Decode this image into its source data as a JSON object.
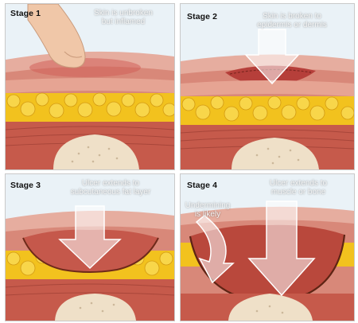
{
  "stages": [
    {
      "title": "Stage 1",
      "caption": [
        "Skin is unbroken",
        "but inflamed"
      ]
    },
    {
      "title": "Stage 2",
      "caption": [
        "Skin is broken to",
        "epidermis or dermis"
      ]
    },
    {
      "title": "Stage 3",
      "caption": [
        "Ulcer extends to",
        "subcutaneous fat layer"
      ]
    },
    {
      "title": "Stage 4",
      "caption": [
        "Ulcer extends to",
        "muscle or bone"
      ],
      "extra_caption": [
        "Undermining",
        "is likely"
      ]
    }
  ],
  "colors": {
    "sky": "#e9f1f6",
    "skin_top": "#e8b3a6",
    "epidermis": "#c56757",
    "dermis": "#d98c7b",
    "fat": "#f2c21e",
    "fat_outline": "#d39a12",
    "muscle": "#c65a4b",
    "muscle_dark": "#a8463a",
    "bone": "#efe0c8",
    "bone_dots": "#cbb79a",
    "wound": "#8a2d24",
    "arrow": "#ffffff"
  },
  "icons": [
    "finger-icon",
    "arrow-down-icon",
    "curved-arrow-icon"
  ]
}
